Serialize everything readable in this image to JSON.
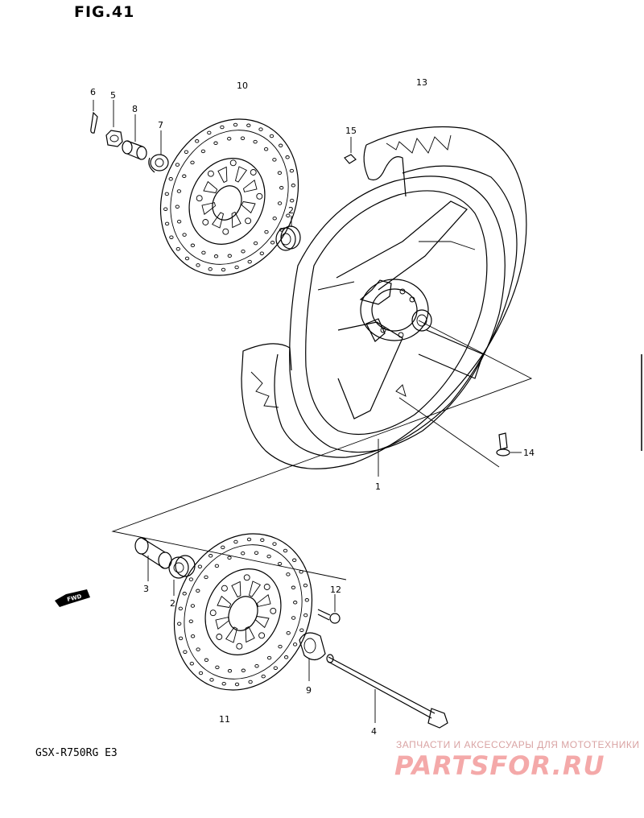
{
  "figure": {
    "title": "FIG.41",
    "model": "GSX-R750RG  E3",
    "fwd_badge": "FWD"
  },
  "watermark": {
    "tagline": "ЗАПЧАСТИ И АКСЕССУАРЫ ДЛЯ МОТОТЕХНИКИ",
    "logo": "PARTSFOR.RU"
  },
  "callouts": {
    "c1": "1",
    "c2a": "2",
    "c2b": "2",
    "c3": "3",
    "c4": "4",
    "c5": "5",
    "c6": "6",
    "c7": "7",
    "c8": "8",
    "c9": "9",
    "c10": "10",
    "c11": "11",
    "c12": "12",
    "c13": "13",
    "c14": "14",
    "c15": "15"
  }
}
